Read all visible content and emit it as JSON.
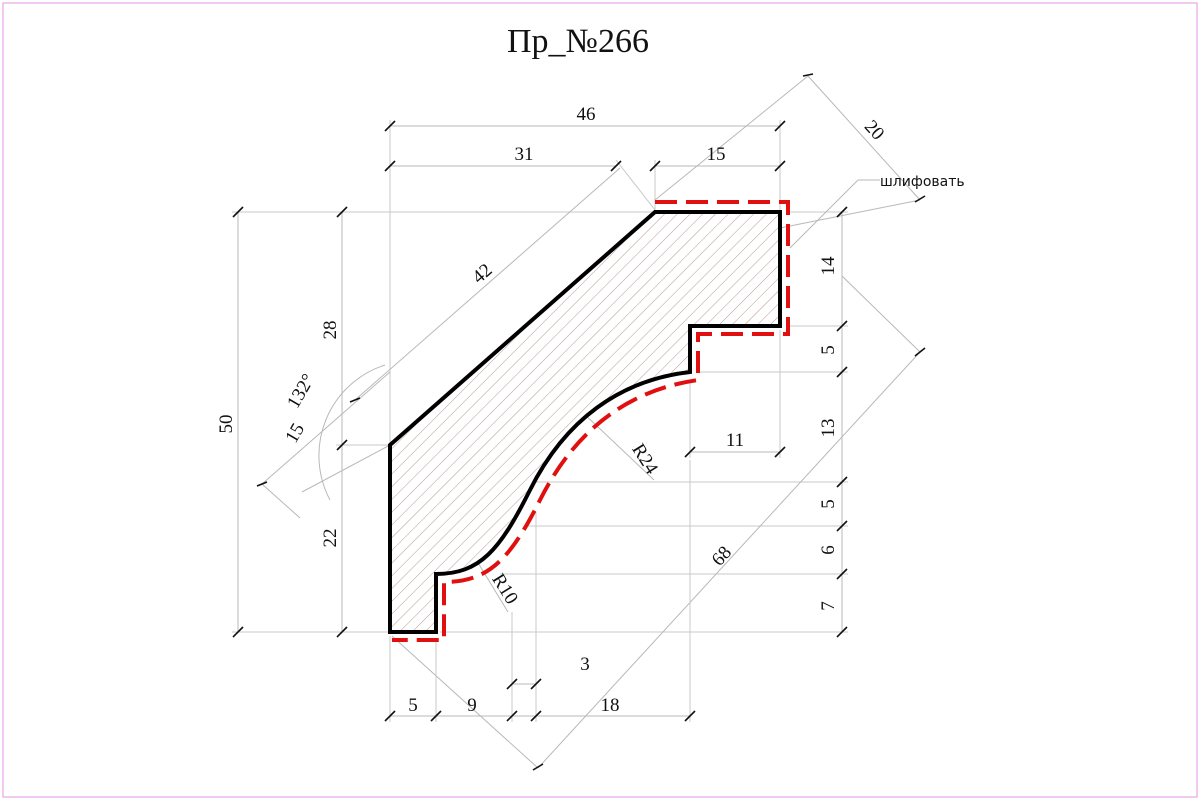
{
  "title": "Пр_№266",
  "note": "шлифовать",
  "colors": {
    "profile": "#000000",
    "sanding": "#e01010",
    "hatch": "#b98a8a",
    "frame": "#e6a6e6"
  },
  "dims": {
    "top_46": "46",
    "top_31": "31",
    "top_15": "15",
    "diag_20": "20",
    "diag_42": "42",
    "left_50": "50",
    "left_28": "28",
    "left_22": "22",
    "angle": "132°",
    "angle_15": "15",
    "right_14": "14",
    "right_5a": "5",
    "right_13": "13",
    "right_5b": "5",
    "right_6": "6",
    "right_7": "7",
    "inner_11": "11",
    "radius_24": "R24",
    "radius_10": "R10",
    "diag_68": "68",
    "bottom_5": "5",
    "bottom_9": "9",
    "bottom_3": "3",
    "bottom_18": "18"
  }
}
